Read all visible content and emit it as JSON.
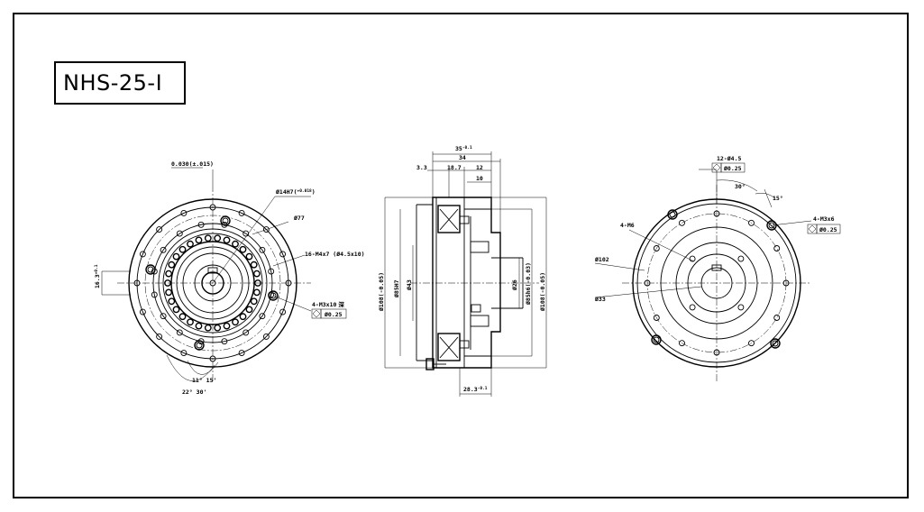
{
  "title": "NHS-25-I",
  "left_view": {
    "dim_tol": "0.030(±.015)",
    "dim_bore": "Ø14H7(+0.018/0)",
    "dim_bore_a": "Ø14H7(",
    "dim_bore_b": "+0.018",
    "dim_bore_c": ")",
    "dim_d77": "Ø77",
    "dim_holes": "16-M4x7 (Ø4.5x10)",
    "dim_tap": "4-M3x10 深",
    "dim_tap_a": "4-M3x10",
    "dim_tap_b": "深",
    "dim_gdt": "Ø0.25",
    "dim_key": "16.3",
    "dim_key_tol": "+0.1",
    "dim_angle1": "11° 15'",
    "dim_angle2": "22° 30'"
  },
  "section_view": {
    "dim_width": "35",
    "dim_width_tol": "-0.1",
    "dim_34": "34",
    "dim_33": "3.3",
    "dim_187": "18.7",
    "dim_12": "12",
    "dim_10": "10",
    "dim_od": "Ø108(-0.05)",
    "dim_d_a": "Ø85H7",
    "dim_d_b": "Ø43",
    "dim_d_c": "Ø26",
    "dim_d_d": "Ø85h6(-0.03)",
    "dim_d_e": "Ø108(-0.05)",
    "dim_bottom": "28.3",
    "dim_bottom_tol": "-0.1"
  },
  "right_view": {
    "dim_holes": "12-Ø4.5",
    "dim_gdt": "Ø0.25",
    "dim_30": "30°",
    "dim_15": "15°",
    "dim_m6": "4-M6",
    "dim_m3": "4-M3x6",
    "dim_gdt2": "Ø0.25",
    "dim_102": "Ø102",
    "dim_33": "Ø33"
  }
}
